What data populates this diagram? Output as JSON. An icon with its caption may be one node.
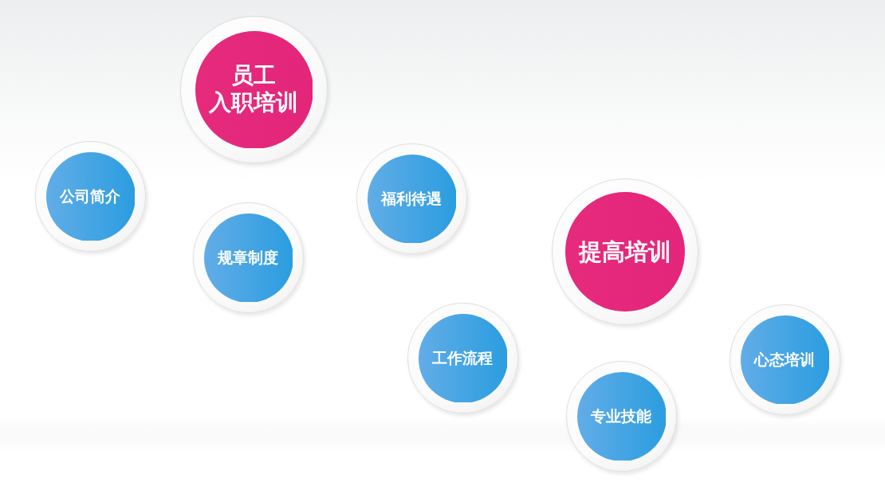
{
  "diagram": {
    "nodes": [
      {
        "text": [
          "员工入职培训"
        ]
      },
      {
        "text": [
          "公司简介"
        ]
      },
      {
        "text": [
          "规章制度"
        ]
      },
      {
        "text": [
          "福利待遇"
        ]
      },
      {
        "text": [
          "提高培训"
        ]
      },
      {
        "text": [
          "工作流程"
        ]
      },
      {
        "text": [
          "专业技能"
        ]
      },
      {
        "text": [
          "心态培训"
        ]
      }
    ]
  }
}
